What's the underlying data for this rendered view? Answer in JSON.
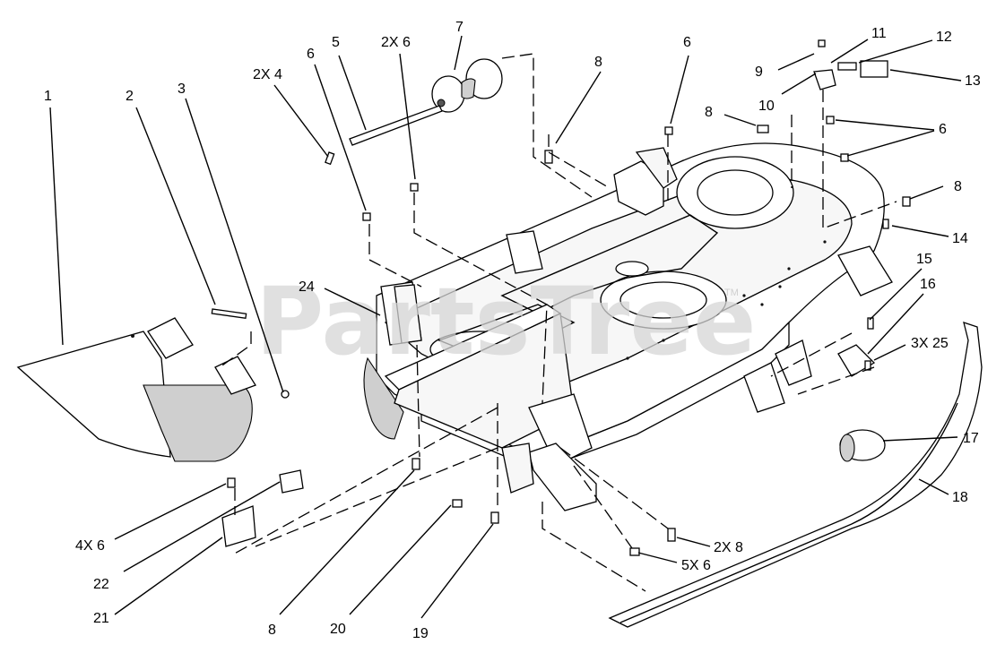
{
  "watermark": {
    "text": "PartsTree",
    "mark": "TM"
  },
  "callouts": [
    {
      "id": "c1",
      "text": "1"
    },
    {
      "id": "c2",
      "text": "2"
    },
    {
      "id": "c3",
      "text": "3"
    },
    {
      "id": "c4",
      "text": "2X 4"
    },
    {
      "id": "c5",
      "text": "5"
    },
    {
      "id": "c6a",
      "text": "6"
    },
    {
      "id": "c6b",
      "text": "2X 6"
    },
    {
      "id": "c7",
      "text": "7"
    },
    {
      "id": "c8a",
      "text": "8"
    },
    {
      "id": "c6c",
      "text": "6"
    },
    {
      "id": "c9",
      "text": "9"
    },
    {
      "id": "c11",
      "text": "11"
    },
    {
      "id": "c12",
      "text": "12"
    },
    {
      "id": "c10",
      "text": "10"
    },
    {
      "id": "c13",
      "text": "13"
    },
    {
      "id": "c8b",
      "text": "8"
    },
    {
      "id": "c6d",
      "text": "6"
    },
    {
      "id": "c8c",
      "text": "8"
    },
    {
      "id": "c14",
      "text": "14"
    },
    {
      "id": "c24",
      "text": "24"
    },
    {
      "id": "c15",
      "text": "15"
    },
    {
      "id": "c16",
      "text": "16"
    },
    {
      "id": "c3x25",
      "text": "3X 25"
    },
    {
      "id": "c17",
      "text": "17"
    },
    {
      "id": "c18",
      "text": "18"
    },
    {
      "id": "c2x8",
      "text": "2X 8"
    },
    {
      "id": "c5x6",
      "text": "5X 6"
    },
    {
      "id": "c4x6",
      "text": "4X 6"
    },
    {
      "id": "c22",
      "text": "22"
    },
    {
      "id": "c21",
      "text": "21"
    },
    {
      "id": "c8d",
      "text": "8"
    },
    {
      "id": "c20",
      "text": "20"
    },
    {
      "id": "c19",
      "text": "19"
    }
  ]
}
